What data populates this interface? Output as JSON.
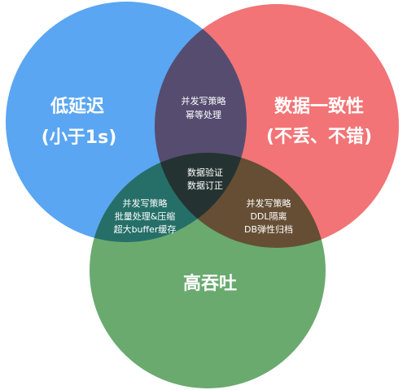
{
  "diagram": {
    "colors": {
      "latency": "#5aa6f2",
      "consistency": "#f27476",
      "throughput": "#6aaa6f"
    },
    "sets": {
      "latency": {
        "line1": "低延迟",
        "line2": "(小于1s)"
      },
      "consistency": {
        "line1": "数据一致性",
        "line2": "(不丢、不错)"
      },
      "throughput": {
        "line1": "高吞吐"
      }
    },
    "overlaps": {
      "latency_consistency": [
        "并发写策略",
        "幂等处理"
      ],
      "latency_throughput": [
        "并发写策略",
        "批量处理&压缩",
        "超大buffer缓存"
      ],
      "consistency_throughput": [
        "并发写策略",
        "DDL隔离",
        "DB弹性归档"
      ],
      "center": [
        "数据验证",
        "数据订正"
      ]
    }
  }
}
